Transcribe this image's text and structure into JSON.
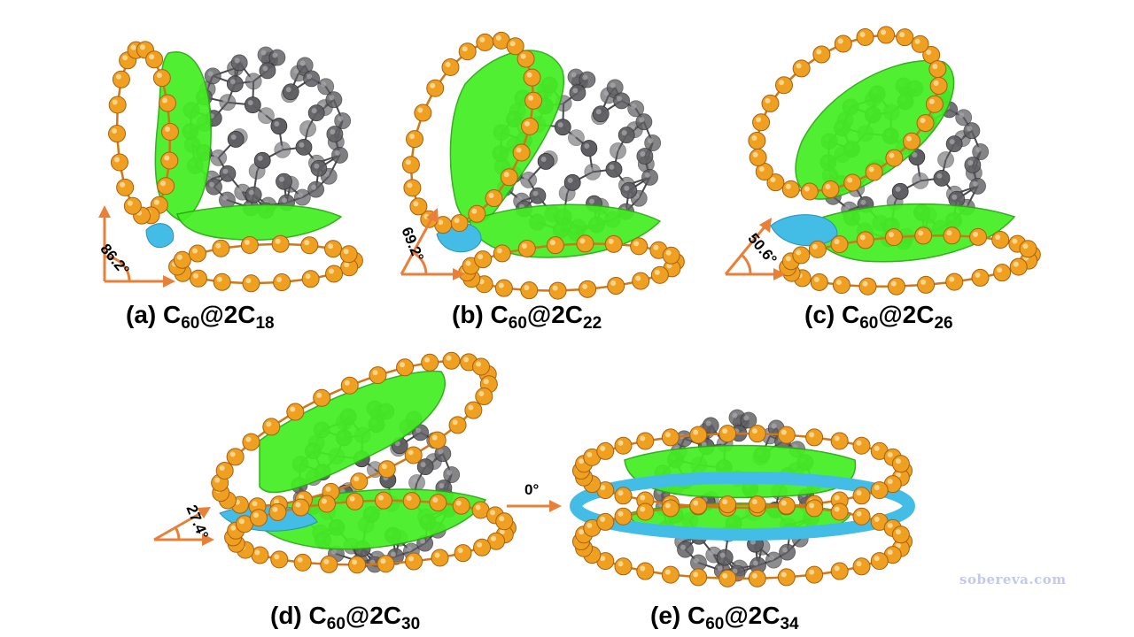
{
  "panels": [
    {
      "id": "a",
      "caption_prefix": "(a) C",
      "sub1": "60",
      "mid": "@2C",
      "sub2": "18",
      "angle": "86.2°"
    },
    {
      "id": "b",
      "caption_prefix": "(b) C",
      "sub1": "60",
      "mid": "@2C",
      "sub2": "22",
      "angle": "69.2°"
    },
    {
      "id": "c",
      "caption_prefix": "(c) C",
      "sub1": "60",
      "mid": "@2C",
      "sub2": "26",
      "angle": "50.6°"
    },
    {
      "id": "d",
      "caption_prefix": "(d) C",
      "sub1": "60",
      "mid": "@2C",
      "sub2": "30",
      "angle": "27.4°"
    },
    {
      "id": "e",
      "caption_prefix": "(e) C",
      "sub1": "60",
      "mid": "@2C",
      "sub2": "34",
      "angle": "0°"
    }
  ],
  "watermark": "sobereva.com",
  "colors": {
    "carbon_atom": "#5f5f63",
    "ring_atom": "#f0a020",
    "ring_bond": "#d07818",
    "isosurface_green": "#44ee22",
    "isosurface_blue": "#44bde6",
    "angle_arrow": "#e8803a"
  }
}
